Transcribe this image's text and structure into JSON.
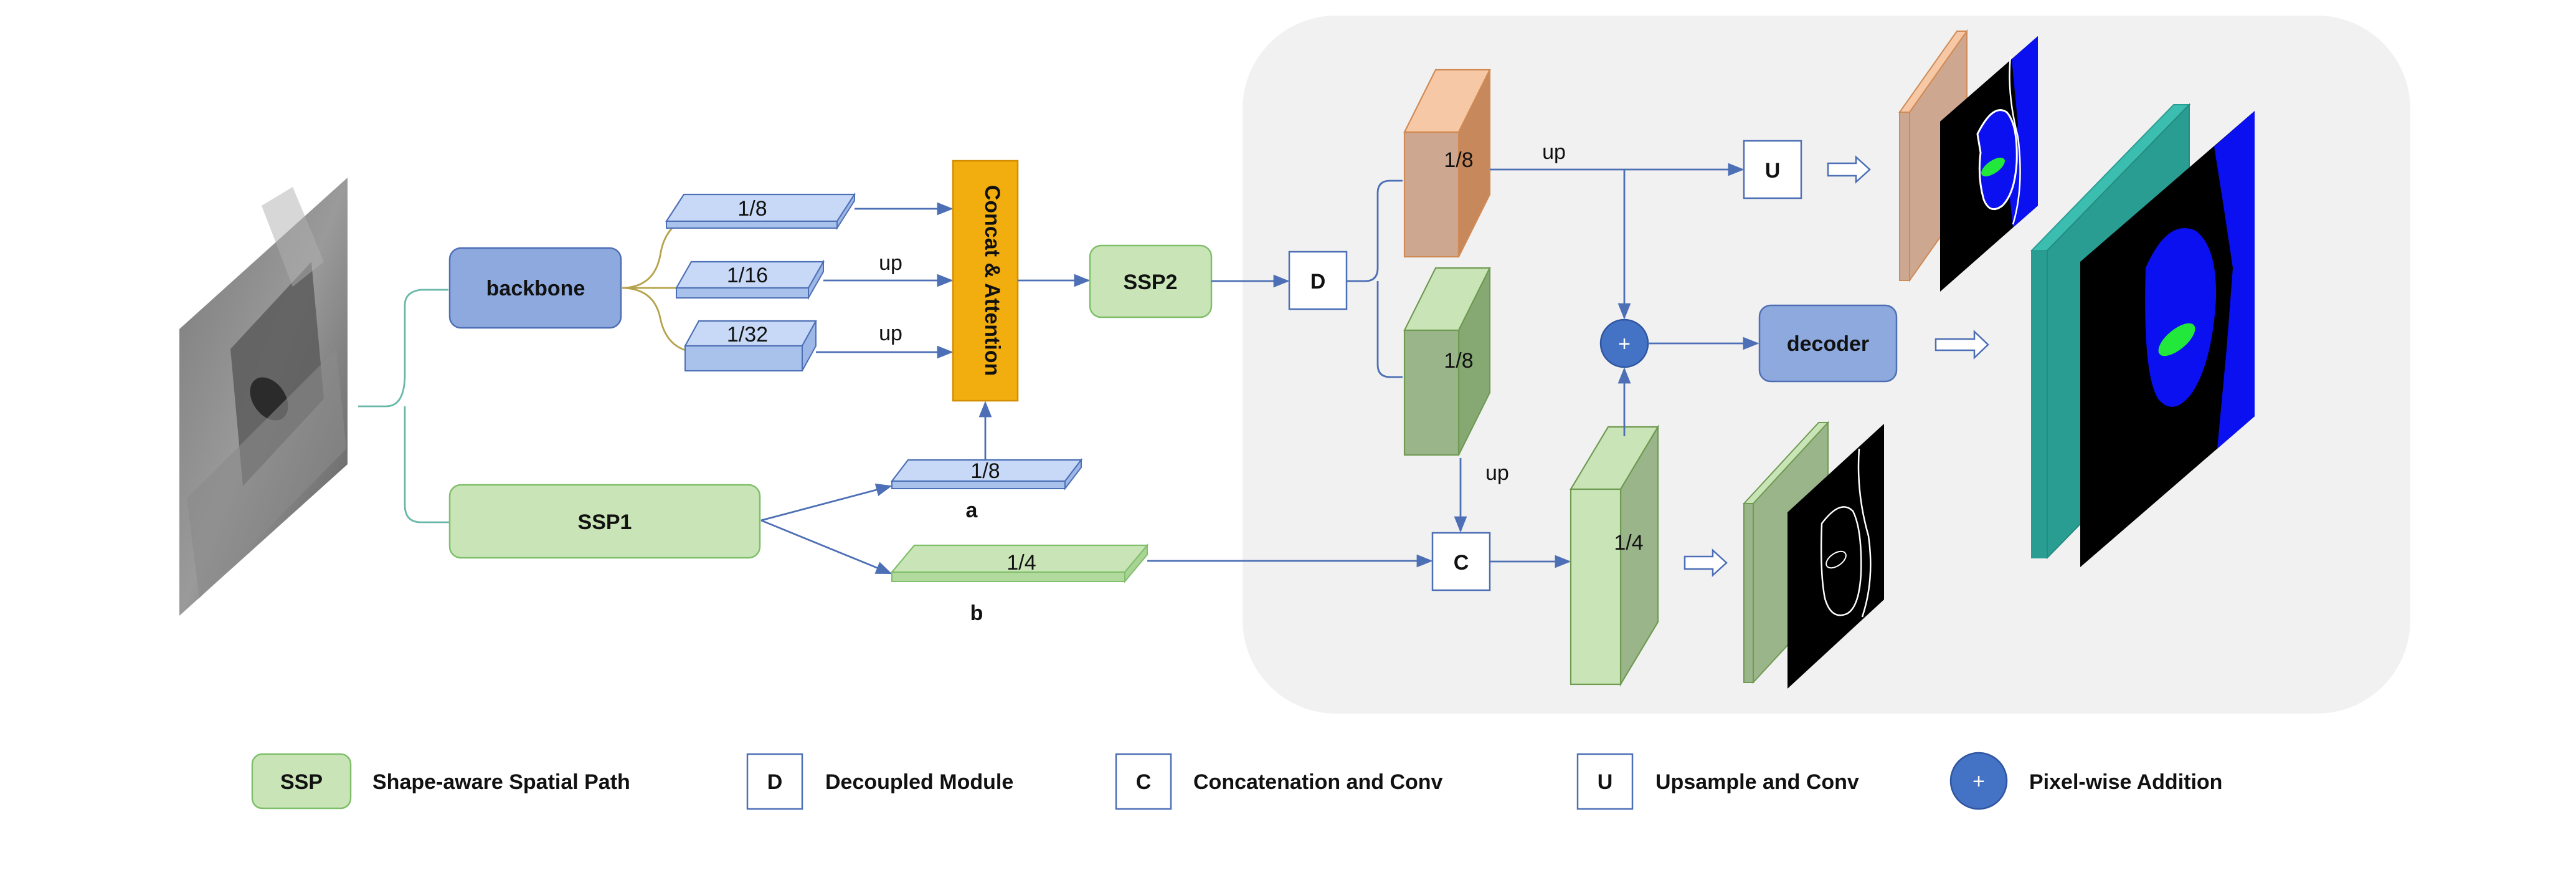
{
  "colors": {
    "ssp_fill": "#c9e5b7",
    "ssp_stroke": "#7fbf6a",
    "backbone_fill": "#8da9de",
    "backbone_stroke": "#4f6fb5",
    "feature_blue": "#c7d9f6",
    "concat_fill": "#f2ae0e",
    "op_box_stroke": "#4d6fb5",
    "arrow": "#4d6fb5",
    "module_bg": "#f1f1f1",
    "orange_map": "#cda78f",
    "green_map": "#9bb58a",
    "teal_map": "#2a9d93",
    "seg_blue": "#0a10f0",
    "seg_green": "#22e83b"
  },
  "nodes": {
    "backbone": "backbone",
    "ssp1": "SSP1",
    "ssp2": "SSP2",
    "concat": "Concat & Attention",
    "decoder": "decoder",
    "decoupled": "D",
    "concat_conv": "C",
    "upsample": "U",
    "add": "+"
  },
  "features": {
    "f8_top": "1/8",
    "f16": "1/16",
    "f32": "1/32",
    "f8_ssp": "1/8",
    "f4_ssp": "1/4",
    "orange_map": "1/8",
    "green_map": "1/8",
    "merged_map": "1/4"
  },
  "labels": {
    "up_1": "up",
    "up_2": "up",
    "up_3": "up",
    "up_4": "up",
    "a": "a",
    "b": "b"
  },
  "legend": [
    {
      "symbol": "SSP",
      "text": "Shape-aware Spatial Path"
    },
    {
      "symbol": "D",
      "text": "Decoupled Module"
    },
    {
      "symbol": "C",
      "text": "Concatenation and Conv"
    },
    {
      "symbol": "U",
      "text": "Upsample and Conv"
    },
    {
      "symbol": "+",
      "text": "Pixel-wise Addition"
    }
  ]
}
